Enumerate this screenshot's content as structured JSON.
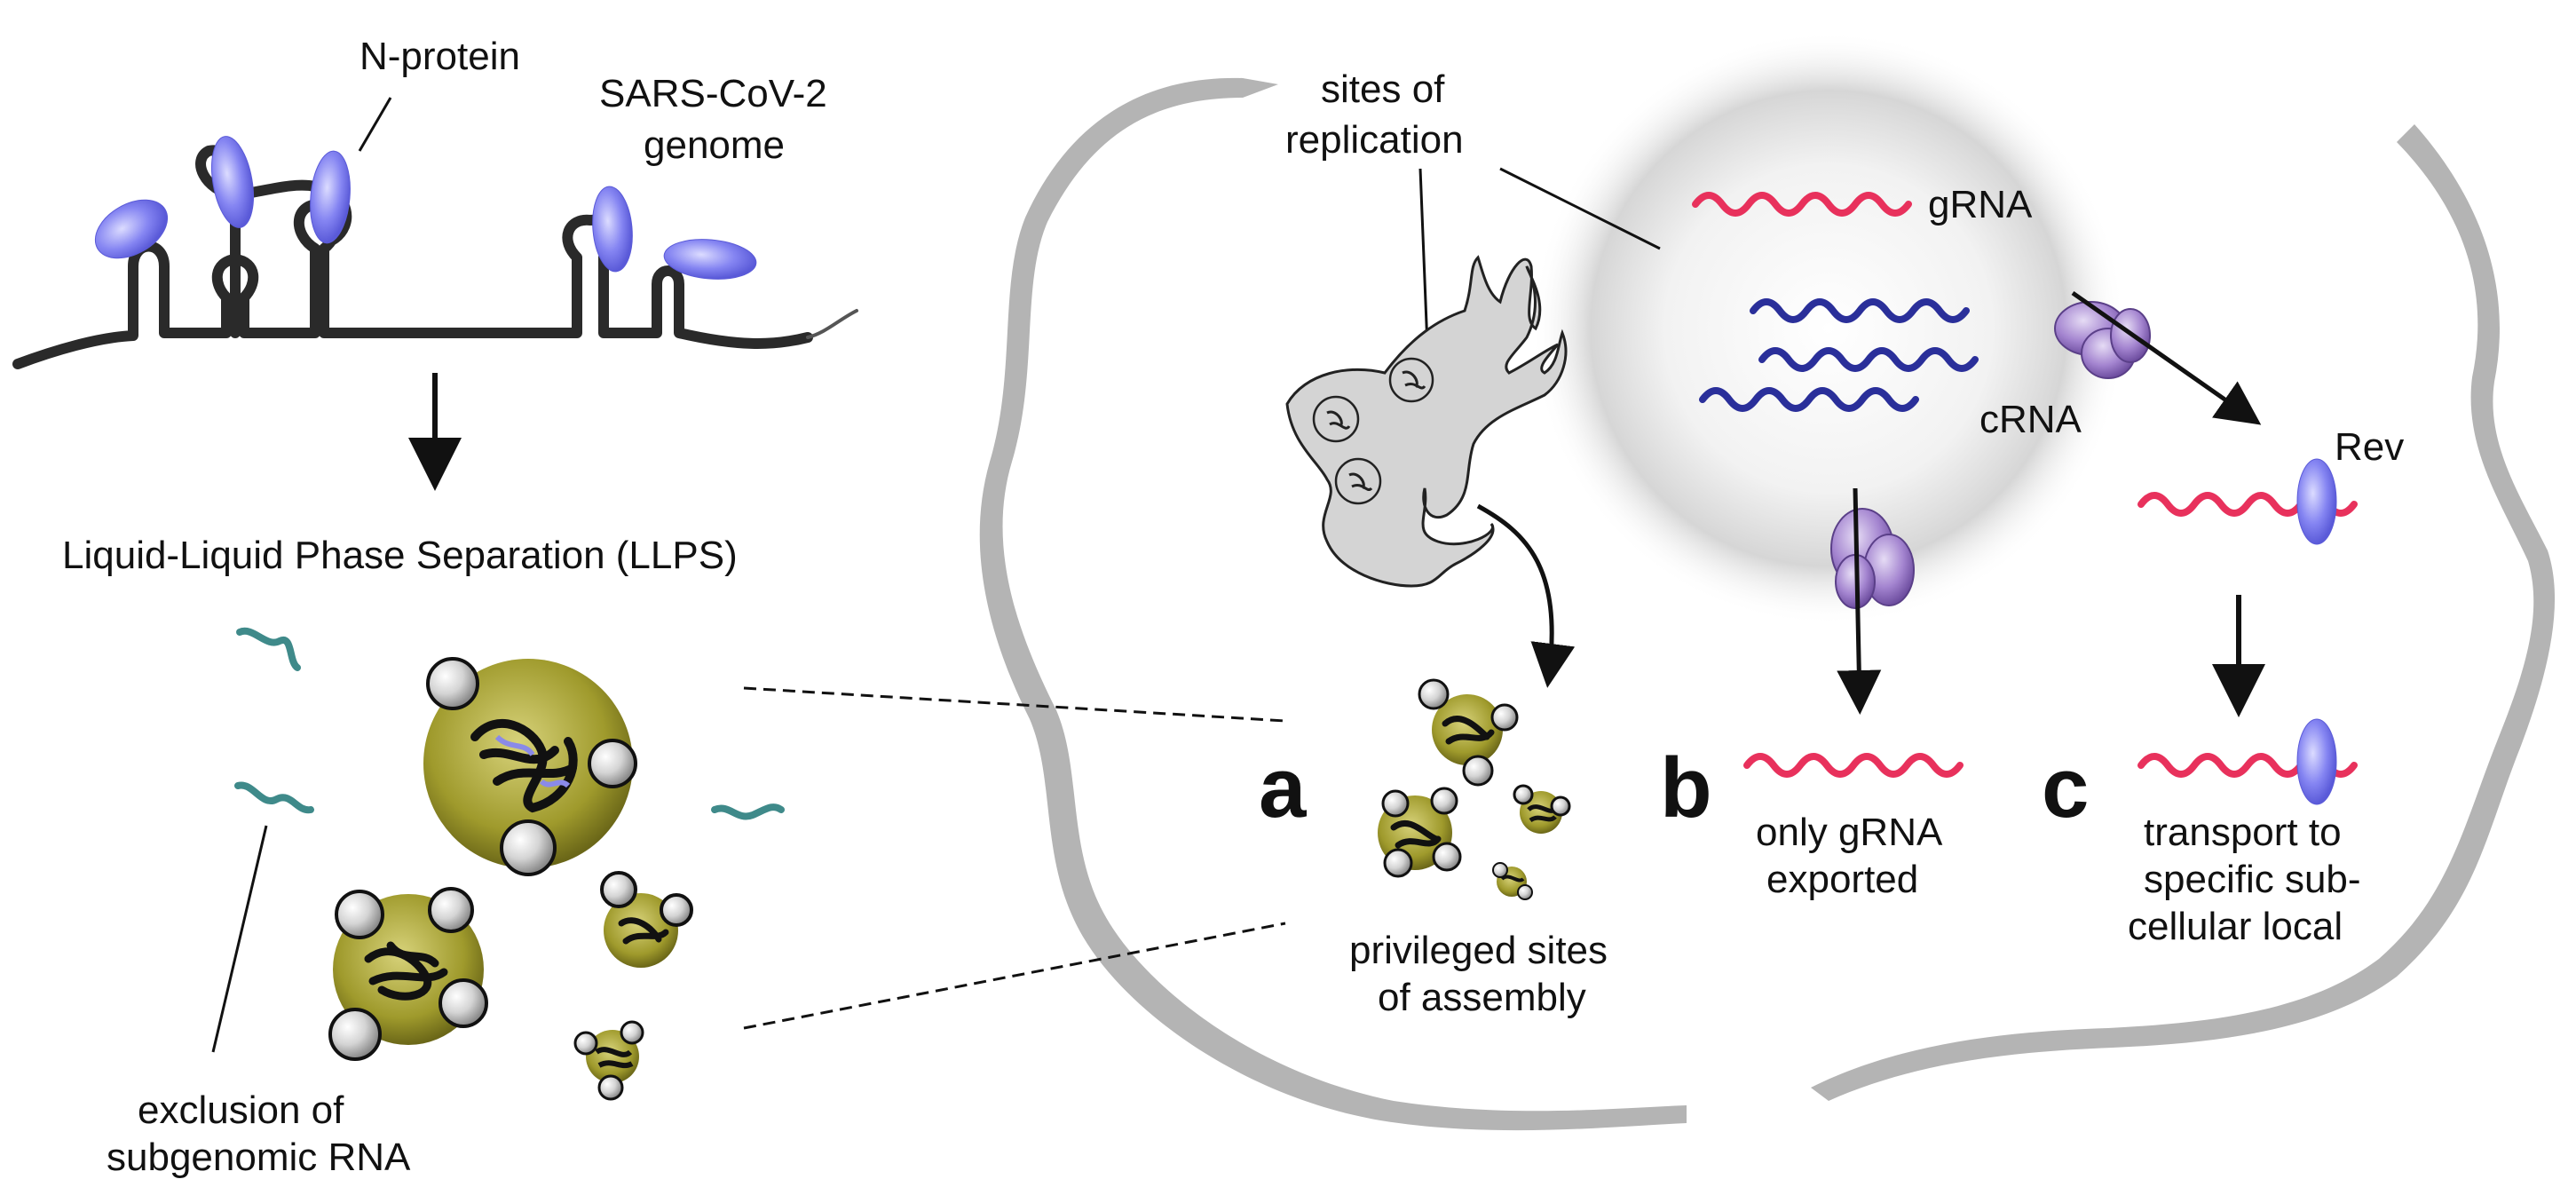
{
  "labels": {
    "n_protein": "N-protein",
    "genome_line1": "SARS-CoV-2",
    "genome_line2": "genome",
    "llps": "Liquid-Liquid Phase Separation (LLPS)",
    "exclusion_line1": "exclusion of",
    "exclusion_line2": "subgenomic RNA",
    "replication_line1": "sites of",
    "replication_line2": "replication",
    "grna": "gRNA",
    "crna": "cRNA",
    "rev": "Rev",
    "panel_a": "a",
    "panel_b": "b",
    "panel_c": "c",
    "assembly_line1": "privileged sites",
    "assembly_line2": "of assembly",
    "exported_line1": "only gRNA",
    "exported_line2": "exported",
    "transport_line1": "transport to",
    "transport_line2": "specific sub-",
    "transport_line3": "cellular local"
  },
  "colors": {
    "n_protein": "#7c7cf0",
    "grna": "#e8315c",
    "crna": "#2a2f9a",
    "sgrna": "#3f8a8a",
    "cell_wall": "#b4b4b4",
    "er": "#d4d4d4",
    "droplet": "#8f8a22",
    "ribosome": "#9a76c8",
    "nucleus_glow": "#bdbdbd"
  },
  "icons": [
    "n-protein-icon",
    "ribosome-icon",
    "droplet-icon",
    "endoplasmic-reticulum-icon",
    "nucleus-icon",
    "rna-strand-icon",
    "arrow-icon"
  ]
}
